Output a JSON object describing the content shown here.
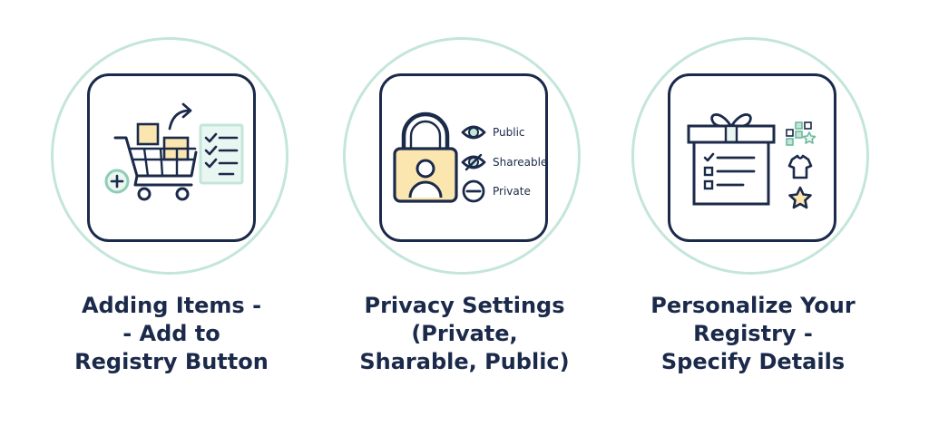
{
  "colors": {
    "navy": "#1b2a4a",
    "mint": "#c4e6da",
    "mint_fill": "#eaf6f1",
    "cream": "#fbe6b0"
  },
  "features": [
    {
      "icons": [
        "shopping-cart-icon",
        "box-icon",
        "arrow-icon",
        "checklist-icon",
        "plus-icon"
      ],
      "caption_lines": [
        "Adding Items -",
        "- Add to",
        "Registry Button"
      ]
    },
    {
      "icons": [
        "padlock-icon",
        "user-icon",
        "eye-icon",
        "eye-off-icon",
        "minus-circle-icon"
      ],
      "privacy_options": [
        "Public",
        "Shareable",
        "Private"
      ],
      "caption_lines": [
        "Privacy Settings",
        "(Private,",
        "Sharable, Public)"
      ]
    },
    {
      "icons": [
        "gift-box-icon",
        "checklist-icon",
        "color-swatch-icon",
        "t-shirt-icon",
        "star-icon"
      ],
      "caption_lines": [
        "Personalize Your",
        "Registry -",
        "Specify Details"
      ]
    }
  ]
}
